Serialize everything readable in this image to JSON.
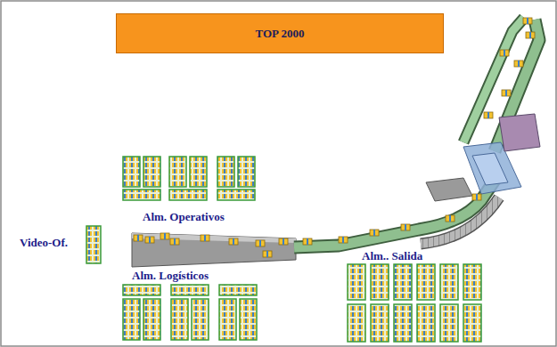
{
  "diagram": {
    "nodes": [
      {
        "text": [
          "TOP 2000"
        ]
      }
    ],
    "labels": [
      "Alm. Operativos",
      "Video-Of.",
      "Alm. Logísticos",
      "Alm.. Salida"
    ]
  }
}
